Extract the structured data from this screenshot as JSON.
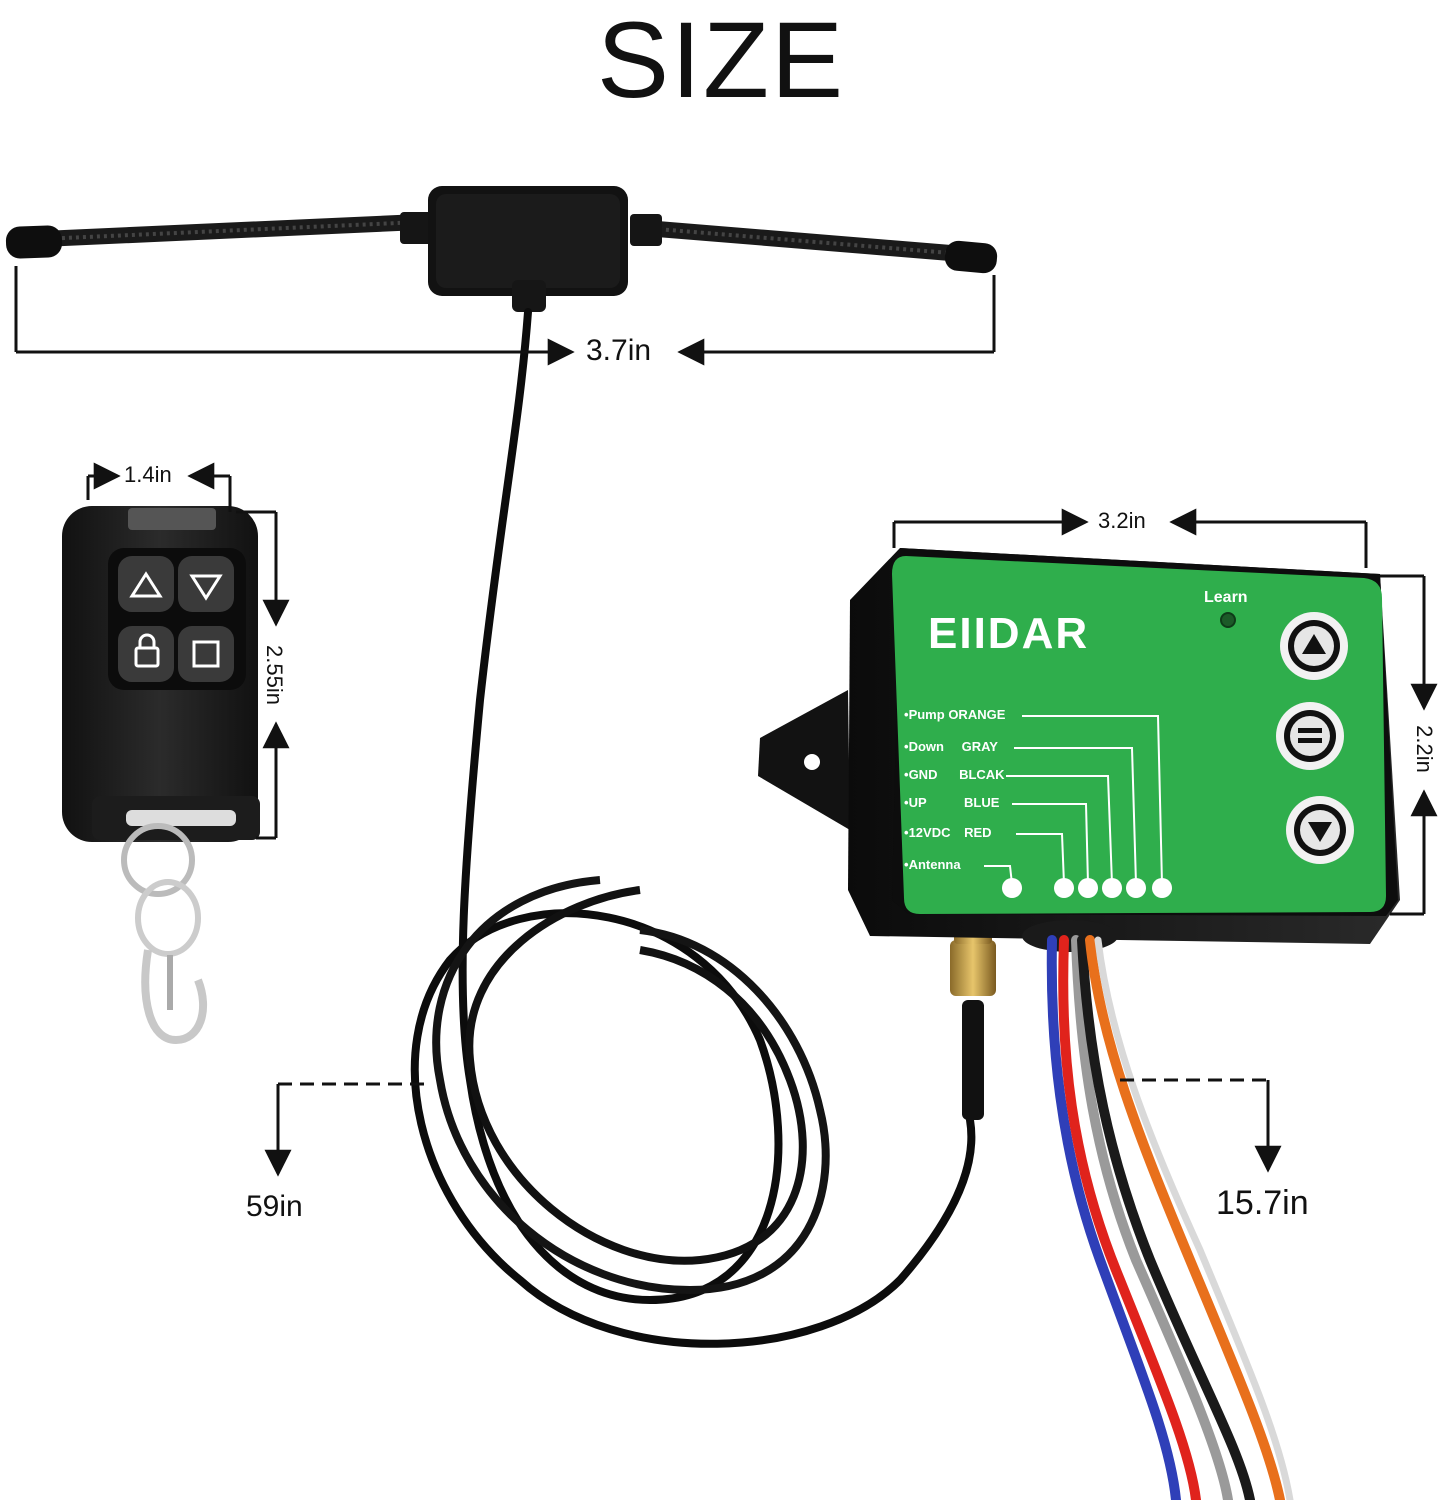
{
  "title": "SIZE",
  "dimensions": {
    "antenna_width": "3.7in",
    "remote_width": "1.4in",
    "remote_height": "2.55in",
    "receiver_width": "3.2in",
    "receiver_height": "2.2in",
    "antenna_cable_length": "59in",
    "wire_length": "15.7in"
  },
  "receiver": {
    "brand": "EIIDAR",
    "learn_label": "Learn",
    "color": "#2fae4c",
    "wires": [
      {
        "function": "Pump",
        "color_name": "ORANGE"
      },
      {
        "function": "Down",
        "color_name": "GRAY"
      },
      {
        "function": "GND",
        "color_name": "BLCAK"
      },
      {
        "function": "UP",
        "color_name": "BLUE"
      },
      {
        "function": "12VDC",
        "color_name": "RED"
      },
      {
        "function": "Antenna",
        "color_name": ""
      }
    ],
    "buttons": [
      "up-icon",
      "stop-icon",
      "down-icon"
    ]
  },
  "remote": {
    "buttons": [
      "up-triangle-icon",
      "down-triangle-icon",
      "lock-icon",
      "square-icon"
    ]
  }
}
